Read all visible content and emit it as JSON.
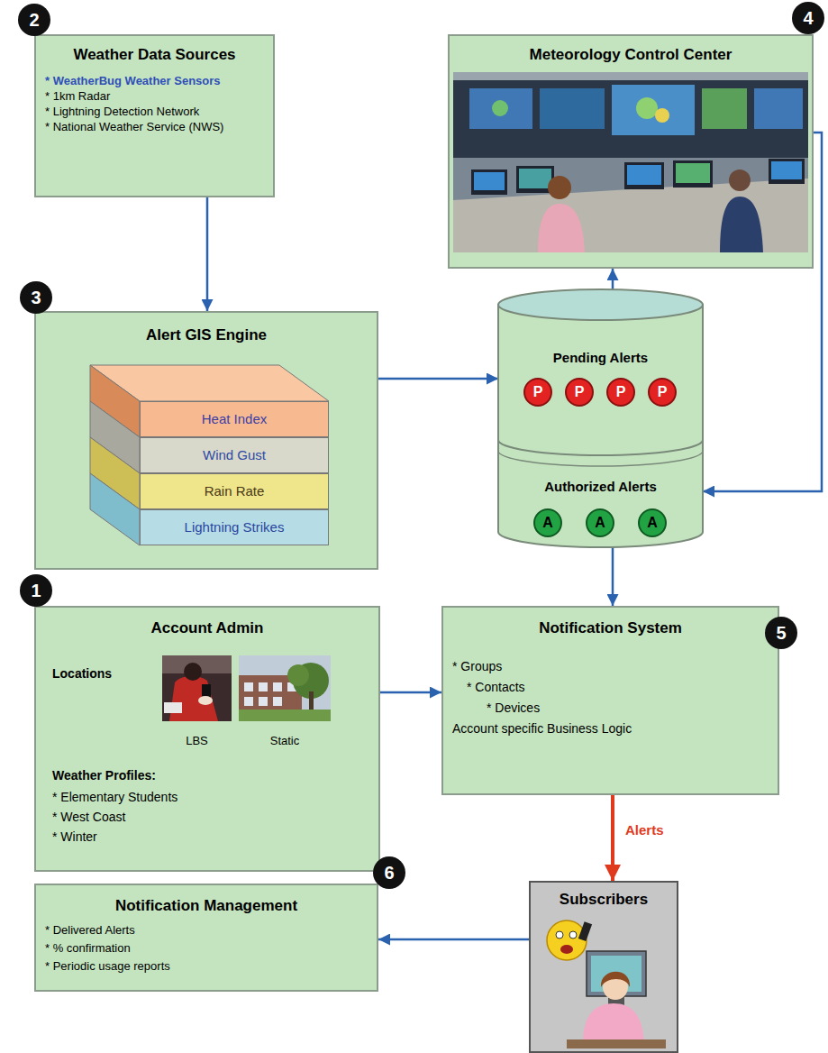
{
  "diagram": {
    "nodes": [
      {
        "text": [
          "Weather Data Sources",
          "* WeatherBug Weather Sensors",
          "* 1km Radar",
          "* Lightning Detection Network",
          "* National Weather Service (NWS)"
        ]
      },
      {
        "text": [
          "Meteorology Control Center"
        ]
      },
      {
        "text": [
          "Alert GIS Engine"
        ]
      },
      {
        "text": [
          "Heat Index"
        ],
        "in": 2
      },
      {
        "text": [
          "Wind Gust"
        ],
        "in": 2
      },
      {
        "text": [
          "Rain Rate"
        ],
        "in": 2
      },
      {
        "text": [
          "Lightning Strikes"
        ],
        "in": 2
      },
      {
        "text": [
          "Pending Alerts"
        ]
      },
      {
        "text": [
          "P"
        ],
        "in": 7
      },
      {
        "text": [
          "P"
        ],
        "in": 7
      },
      {
        "text": [
          "P"
        ],
        "in": 7
      },
      {
        "text": [
          "P"
        ],
        "in": 7
      },
      {
        "text": [
          "Authorized Alerts"
        ]
      },
      {
        "text": [
          "A"
        ],
        "in": 12
      },
      {
        "text": [
          "A"
        ],
        "in": 12
      },
      {
        "text": [
          "A"
        ],
        "in": 12
      },
      {
        "text": [
          "Account Admin",
          "Locations",
          "LBS",
          "Static",
          "Weather Profiles:",
          "* Elementary Students",
          "* West Coast",
          "* Winter"
        ]
      },
      {
        "text": [
          "Notification System",
          "* Groups",
          "* Contacts",
          "* Devices",
          "Account specific Business Logic"
        ]
      },
      {
        "text": [
          "Subscribers"
        ]
      },
      {
        "text": [
          "Notification Management",
          "* Delivered Alerts",
          "* % confirmation",
          "* Periodic usage reports"
        ]
      }
    ],
    "edges": [
      {
        "from": 0,
        "to": 2,
        "arrow": "to"
      },
      {
        "from": 2,
        "to": 7,
        "arrow": "to"
      },
      {
        "from": 7,
        "to": 1,
        "arrow": "to"
      },
      {
        "from": 1,
        "to": 12,
        "arrow": "to"
      },
      {
        "from": 12,
        "to": 17,
        "arrow": "to"
      },
      {
        "from": 16,
        "to": 17,
        "arrow": "to"
      },
      {
        "from": 17,
        "to": 18,
        "label": "Alerts",
        "arrow": "to"
      },
      {
        "from": 18,
        "to": 19,
        "arrow": "to"
      }
    ],
    "labels": [
      "2",
      "4",
      "3",
      "1",
      "5",
      "6"
    ]
  }
}
